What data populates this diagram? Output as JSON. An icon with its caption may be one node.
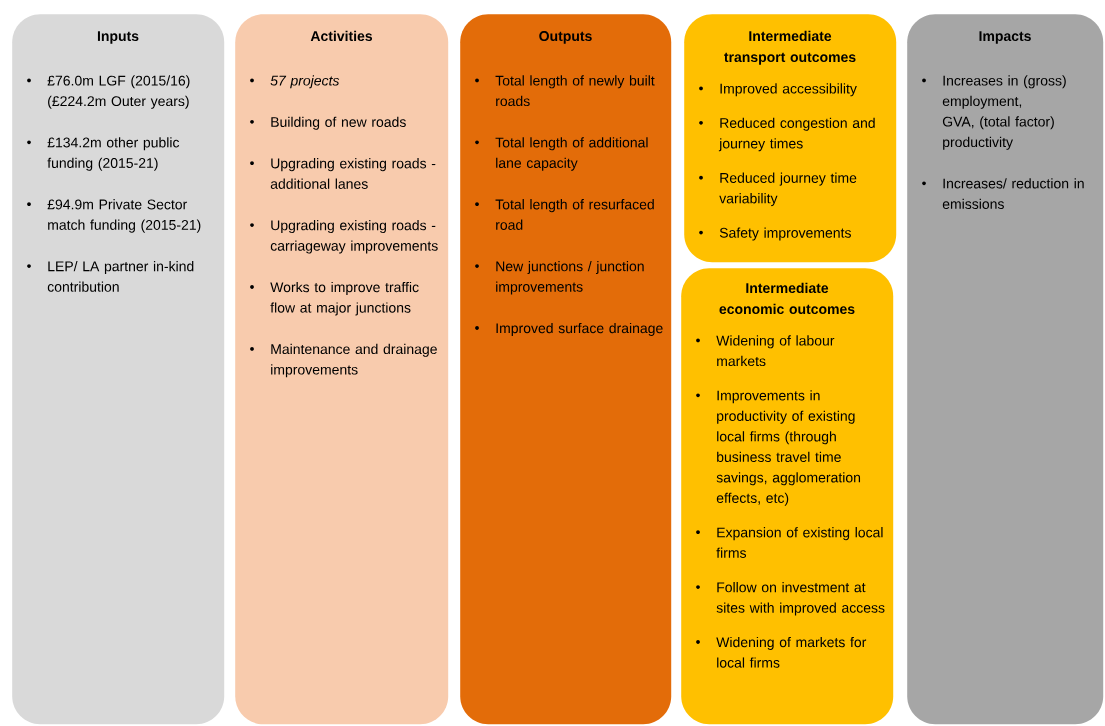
{
  "diagram": {
    "nodes": [
      {
        "text": [
          "Inputs",
          "£76.0m LGF (2015/16) (£224.2m Outer years)",
          "£134.2m other public funding (2015-21)",
          "£94.9m Private Sector match funding (2015-21)",
          "LEP/ LA partner in-kind contribution"
        ]
      },
      {
        "text": [
          "Activities",
          "57 projects",
          "Building of new roads",
          "Upgrading existing roads - additional lanes",
          "Upgrading existing roads - carriageway improvements",
          "Works to improve traffic flow at major junctions",
          "Maintenance and drainage improvements"
        ]
      },
      {
        "text": [
          "Outputs",
          "Total length of newly built roads",
          "Total length of additional lane capacity",
          "Total length of resurfaced road",
          "New junctions / junction improvements",
          "Improved surface drainage"
        ]
      },
      {
        "text": [
          "Intermediate transport outcomes",
          "Improved accessibility",
          "Reduced congestion and journey times",
          "Reduced journey time variability",
          "Safety improvements"
        ]
      },
      {
        "text": [
          "Intermediate economic outcomes",
          "Widening of labour markets",
          "Improvements in productivity of existing local firms (through business travel time savings, agglomeration effects, etc)",
          "Expansion of existing local firms",
          "Follow on investment at sites with improved access",
          "Widening of markets for local firms"
        ]
      },
      {
        "text": [
          "Impacts",
          "Increases in (gross) employment, GVA, (total factor) productivity",
          "Increases/ reduction in emissions"
        ]
      }
    ]
  }
}
